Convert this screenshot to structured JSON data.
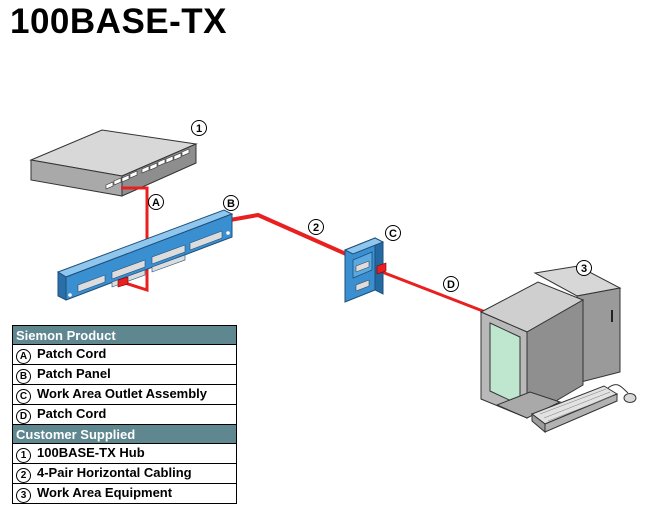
{
  "title": "100BASE-TX",
  "callouts": {
    "hub": "1",
    "patch_cord_a": "A",
    "patch_panel": "B",
    "cabling": "2",
    "outlet": "C",
    "equipment": "3",
    "patch_cord_d": "D"
  },
  "legend": {
    "siemon_header": "Siemon Product",
    "siemon_items": [
      {
        "marker": "A",
        "label": "Patch Cord"
      },
      {
        "marker": "B",
        "label": "Patch Panel"
      },
      {
        "marker": "C",
        "label": "Work Area Outlet Assembly"
      },
      {
        "marker": "D",
        "label": "Patch Cord"
      }
    ],
    "customer_header": "Customer Supplied",
    "customer_items": [
      {
        "marker": "1",
        "label": "100BASE-TX Hub"
      },
      {
        "marker": "2",
        "label": "4-Pair Horizontal Cabling"
      },
      {
        "marker": "3",
        "label": "Work Area Equipment"
      }
    ]
  },
  "colors": {
    "cable": "#e82020",
    "panel": "#3a8fd0",
    "legend_header": "#5f8790",
    "hub": "#bdbdbd",
    "screen": "#bfe6cf"
  }
}
